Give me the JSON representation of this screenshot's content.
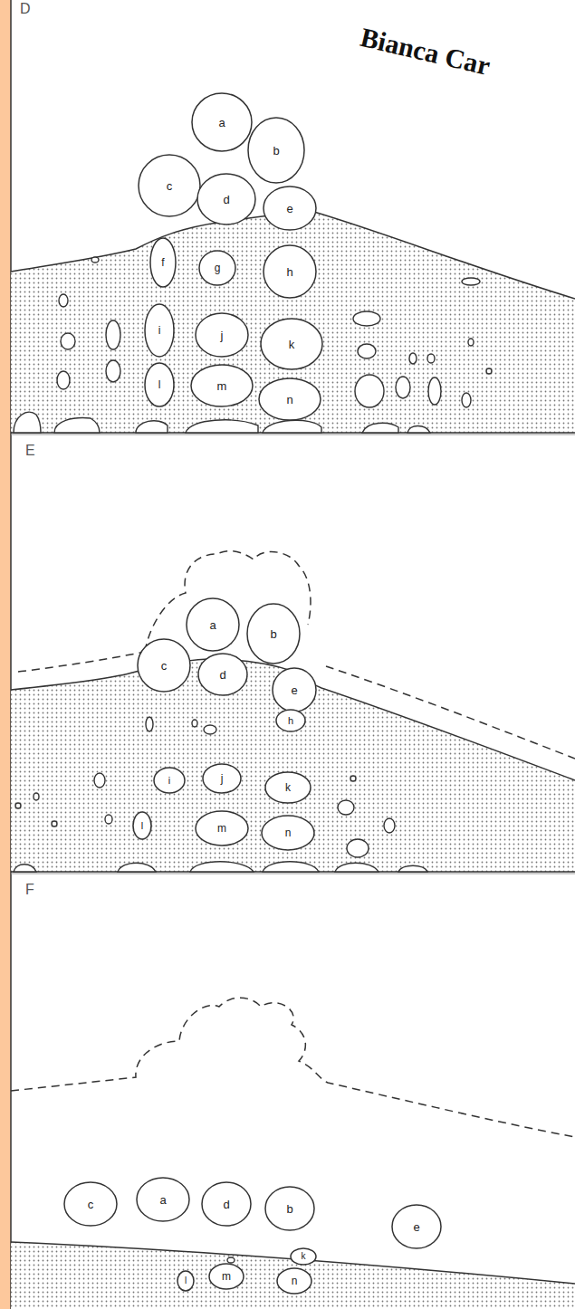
{
  "diagram": {
    "nodes": [
      {
        "text": [
          "a"
        ]
      },
      {
        "text": [
          "b"
        ]
      },
      {
        "text": [
          "c"
        ]
      },
      {
        "text": [
          "d"
        ]
      },
      {
        "text": [
          "e"
        ]
      },
      {
        "text": [
          "f"
        ]
      },
      {
        "text": [
          "g"
        ]
      },
      {
        "text": [
          "h"
        ]
      },
      {
        "text": [
          "i"
        ]
      },
      {
        "text": [
          "j"
        ]
      },
      {
        "text": [
          "k"
        ]
      },
      {
        "text": [
          "l"
        ]
      },
      {
        "text": [
          "m"
        ]
      },
      {
        "text": [
          "n"
        ]
      },
      {
        "text": [
          "a"
        ]
      },
      {
        "text": [
          "b"
        ]
      },
      {
        "text": [
          "c"
        ]
      },
      {
        "text": [
          "d"
        ]
      },
      {
        "text": [
          "e"
        ]
      },
      {
        "text": [
          "h"
        ]
      },
      {
        "text": [
          "i"
        ]
      },
      {
        "text": [
          "j"
        ]
      },
      {
        "text": [
          "k"
        ]
      },
      {
        "text": [
          "l"
        ]
      },
      {
        "text": [
          "m"
        ]
      },
      {
        "text": [
          "n"
        ]
      },
      {
        "text": [
          "c"
        ]
      },
      {
        "text": [
          "a"
        ]
      },
      {
        "text": [
          "d"
        ]
      },
      {
        "text": [
          "b"
        ]
      },
      {
        "text": [
          "e"
        ]
      },
      {
        "text": [
          "k"
        ]
      },
      {
        "text": [
          "l"
        ]
      },
      {
        "text": [
          "m"
        ]
      },
      {
        "text": [
          "n"
        ]
      }
    ],
    "labels": [
      "D",
      "E",
      "F",
      "Bianca Car"
    ]
  }
}
